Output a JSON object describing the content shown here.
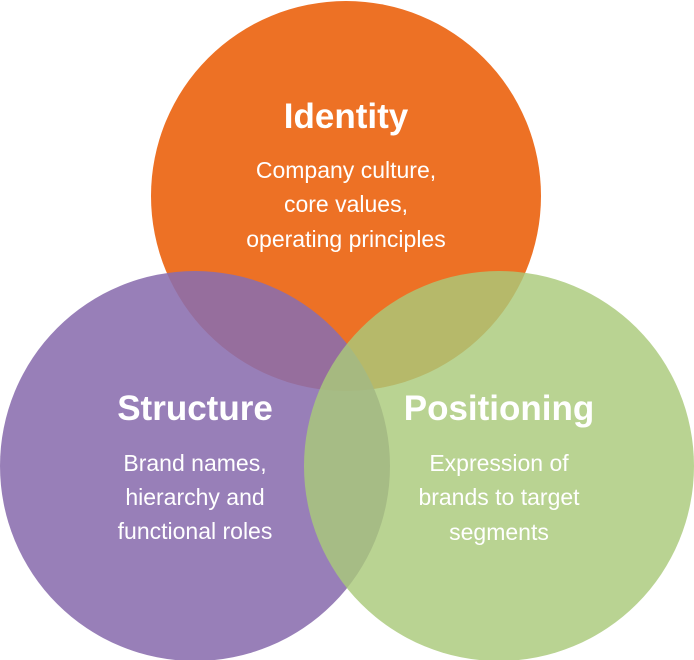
{
  "diagram": {
    "circles": [
      {
        "id": "identity",
        "title": "Identity",
        "lines": [
          "Company culture,",
          "core values,",
          "operating principles"
        ],
        "color": "#ED7125"
      },
      {
        "id": "structure",
        "title": "Structure",
        "lines": [
          "Brand names,",
          "hierarchy and",
          "functional roles"
        ],
        "color": "#8A6DAE"
      },
      {
        "id": "positioning",
        "title": "Positioning",
        "lines": [
          "Expression of",
          "brands to target",
          "segments"
        ],
        "color": "#A9C97A"
      }
    ]
  }
}
